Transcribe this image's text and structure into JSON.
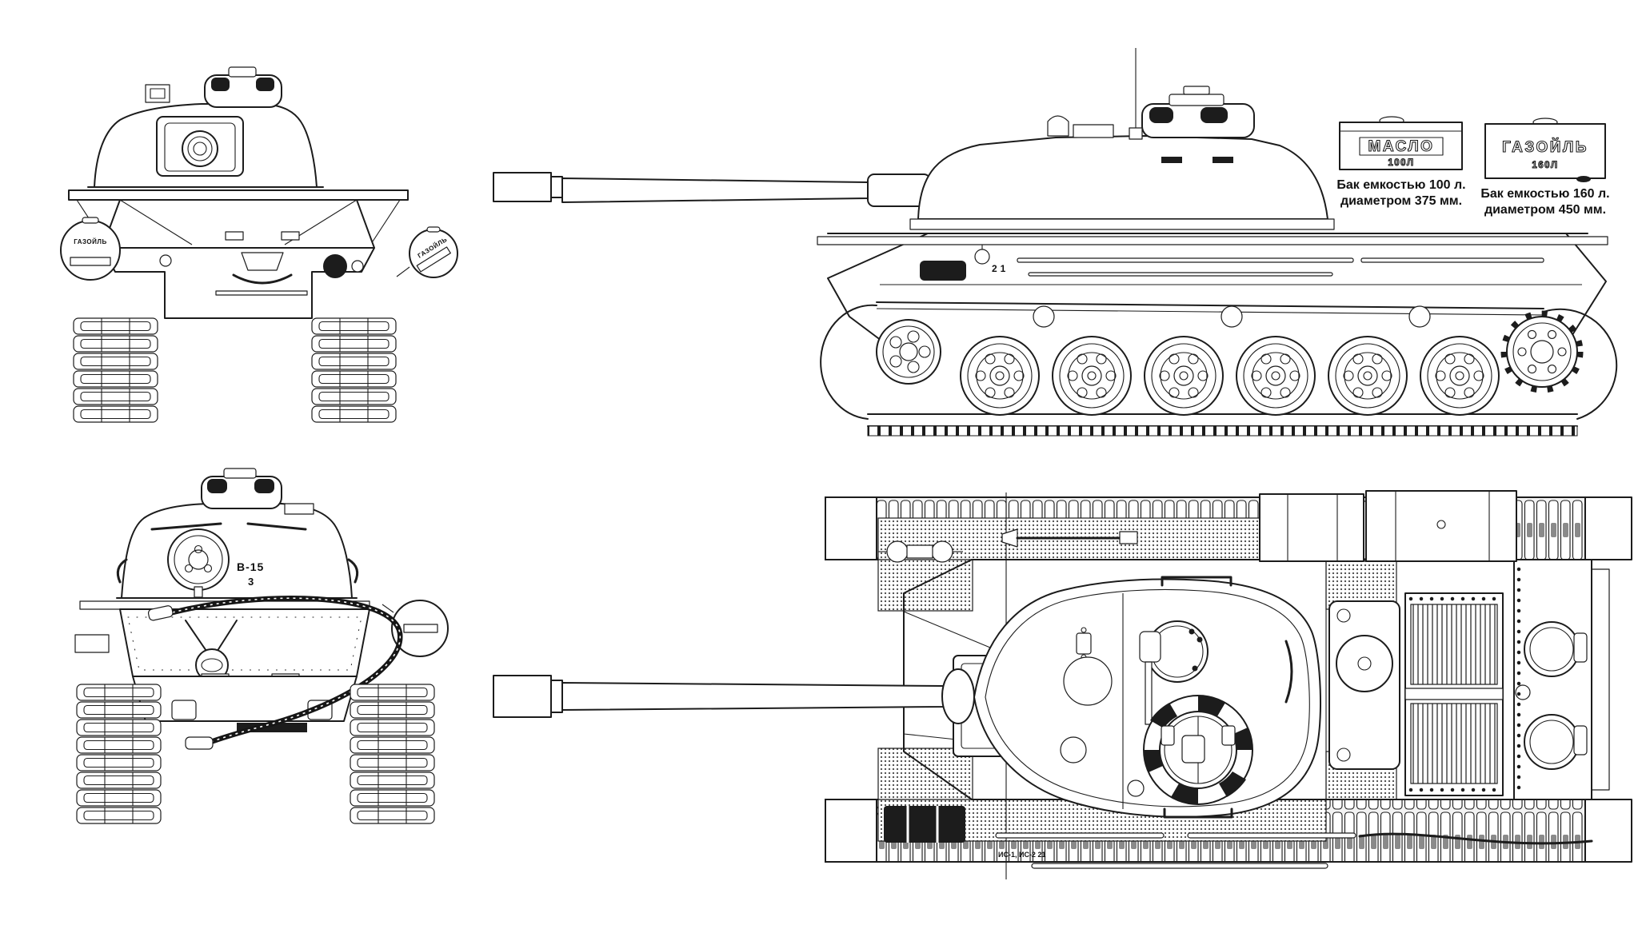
{
  "diagram": {
    "subject": "Soviet IS-2 heavy tank — four-view line blueprint",
    "line_color": "#1c1c1c",
    "background": "#ffffff"
  },
  "front_view": {
    "left_fuel_tank_label": "ГАЗОЙЛЬ",
    "right_fuel_tank_label": "ГАЗОЙЛЬ"
  },
  "side_view": {
    "hull_marking": "21"
  },
  "rear_view": {
    "marking_line1": "В-15",
    "marking_line2": "3"
  },
  "top_view": {
    "fender_marking": "ИС-1, ИС-2  21"
  },
  "detail_oil_tank": {
    "label": "МАСЛО",
    "capacity_label": "100Л",
    "caption_line1": "Бак емкостью 100 л.",
    "caption_line2": "диаметром 375 мм."
  },
  "detail_fuel_tank": {
    "label": "ГАЗОЙЛЬ",
    "capacity_label": "160Л",
    "caption_line1": "Бак емкостью 160 л.",
    "caption_line2": "диаметром 450 мм."
  }
}
